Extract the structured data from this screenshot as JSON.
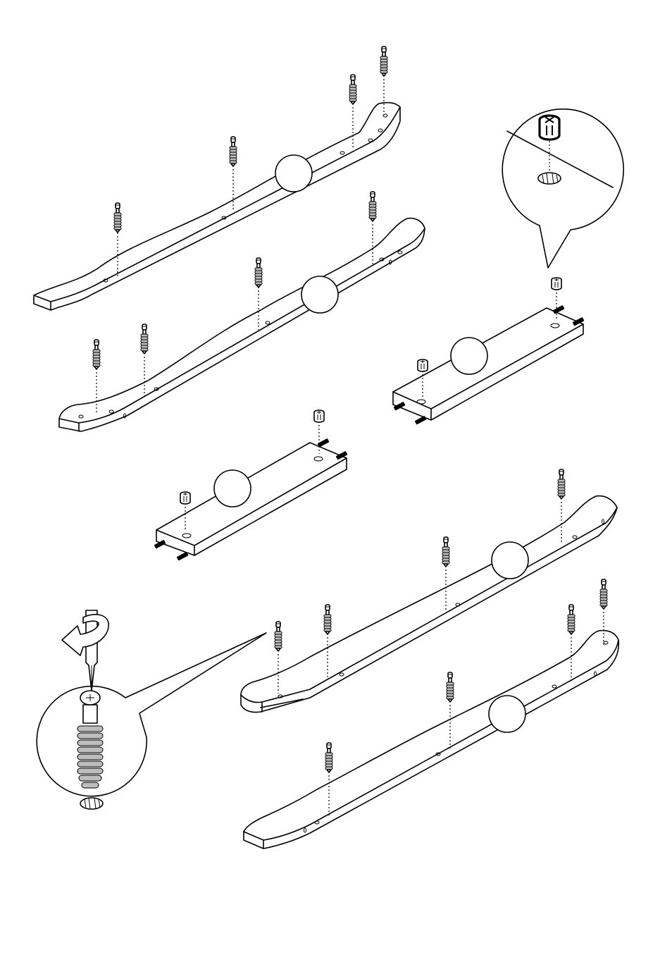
{
  "page": {
    "background": "#ffffff",
    "line_color": "#000000",
    "label_marker_fill": "#ffffff"
  },
  "icons": {
    "dowel": "dowel-icon",
    "cam_lock": "cam-lock-icon",
    "screwdriver": "screwdriver-icon",
    "rotate_arrow": "rotate-arrow-icon",
    "detail_magnifier": "detail-magnifier-icon"
  },
  "parts": [
    {
      "name": "curved-rail",
      "count": 4
    },
    {
      "name": "short-rail",
      "count": 2
    },
    {
      "name": "dowel",
      "count": 15
    },
    {
      "name": "cam-lock",
      "count": 4
    }
  ]
}
